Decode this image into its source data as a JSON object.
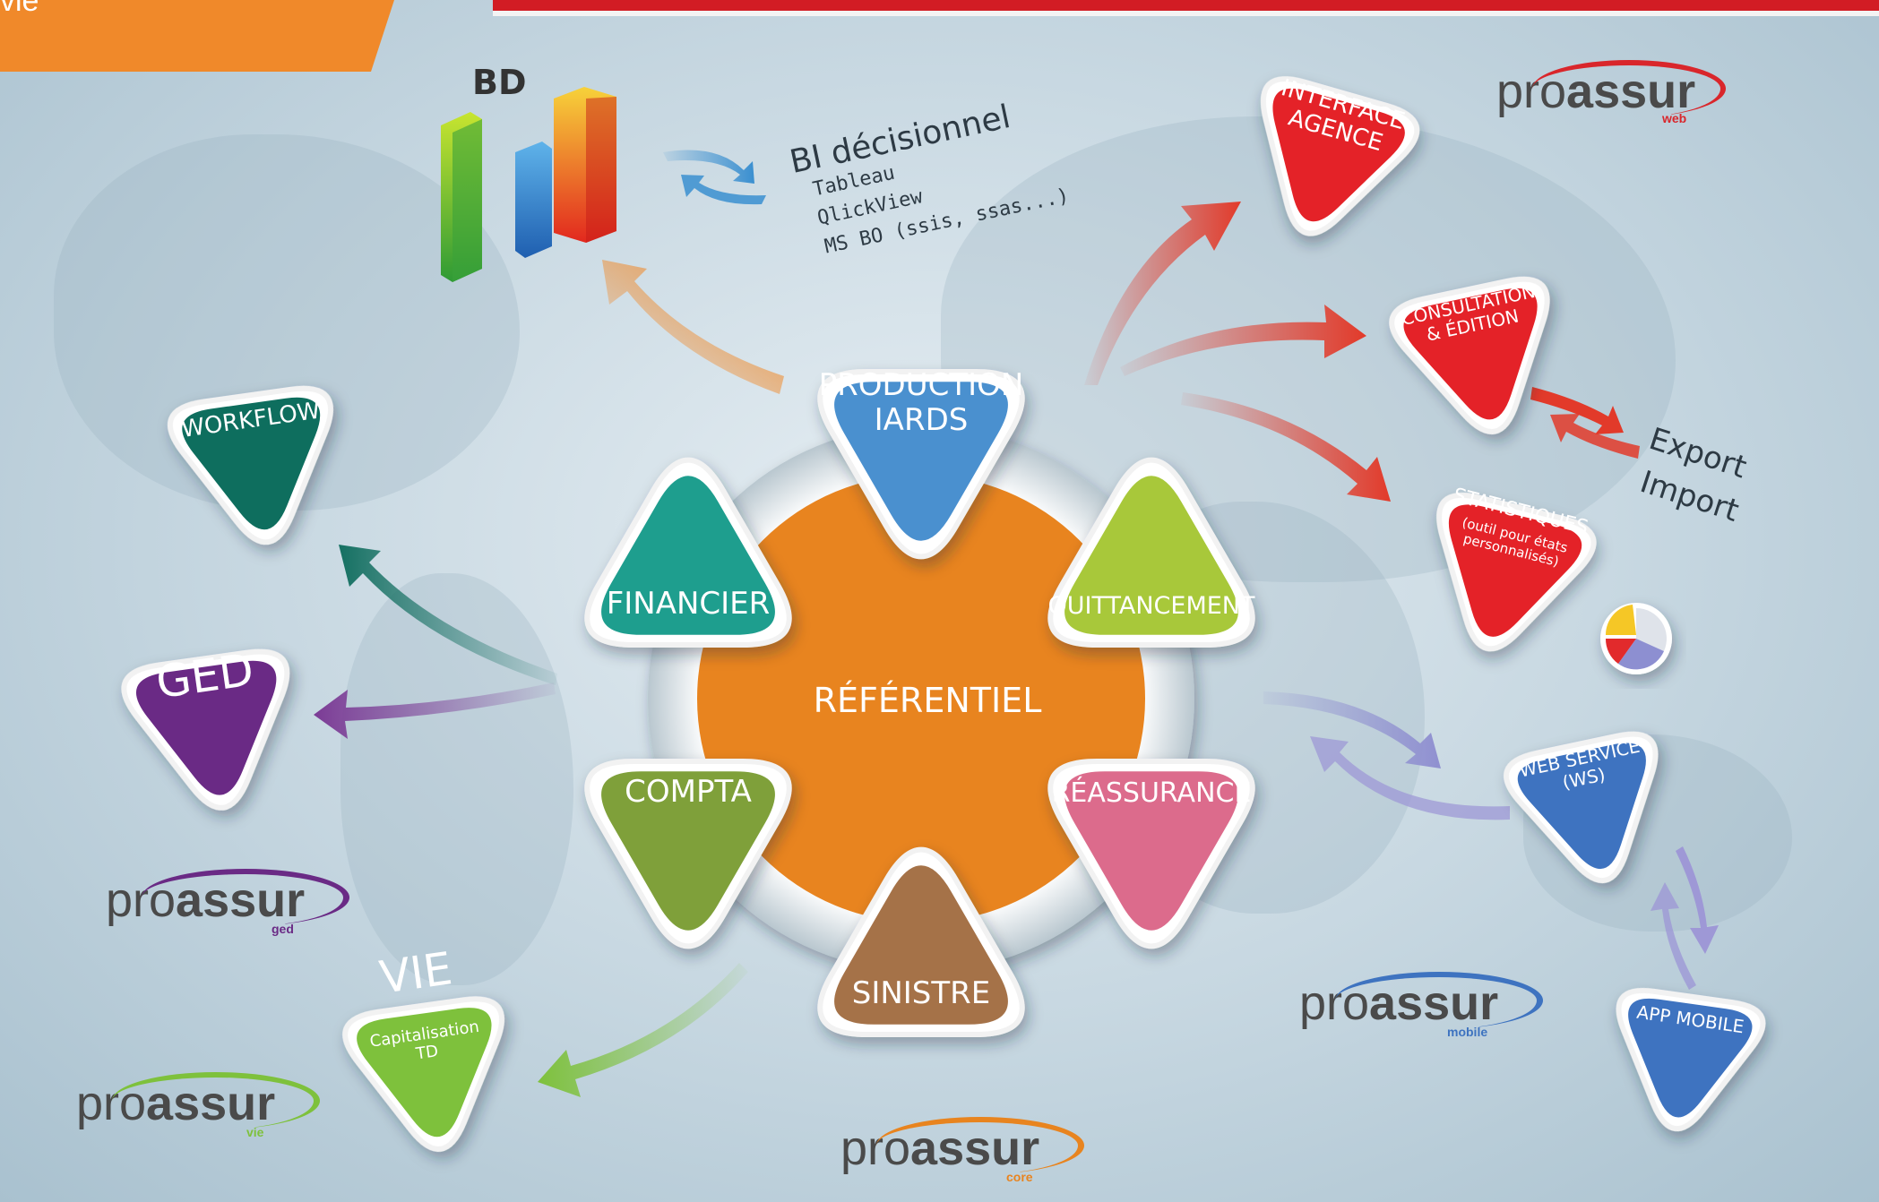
{
  "corner_label": "vie",
  "bd_label": "BD",
  "bi": {
    "title": "BI décisionnel",
    "items": [
      "Tableau",
      "QlickView",
      "MS BO (ssis, ssas...)"
    ]
  },
  "center": {
    "label": "RÉFÉRENTIEL",
    "color": "#e8841f"
  },
  "petals": [
    {
      "id": "production",
      "label_lines": [
        "PRODUCTION",
        "IARDS"
      ],
      "color": "#4a90cf"
    },
    {
      "id": "quittancement",
      "label_lines": [
        "QUITTANCEMENT"
      ],
      "color": "#a8c83a"
    },
    {
      "id": "reassurance",
      "label_lines": [
        "RÉASSURANCE"
      ],
      "color": "#dc6b8c"
    },
    {
      "id": "sinistre",
      "label_lines": [
        "SINISTRE"
      ],
      "color": "#a57248"
    },
    {
      "id": "compta",
      "label_lines": [
        "COMPTA"
      ],
      "color": "#7fa03a"
    },
    {
      "id": "financier",
      "label_lines": [
        "FINANCIER"
      ],
      "color": "#1e9e8e"
    }
  ],
  "satellites": [
    {
      "id": "workflow",
      "label_lines": [
        "WORKFLOW"
      ],
      "color": "#0e6e5e"
    },
    {
      "id": "ged",
      "label_lines": [
        "GED"
      ],
      "color": "#6a2a85"
    },
    {
      "id": "vie",
      "label_lines": [
        "VIE",
        "Capitalisation",
        "TD"
      ],
      "color": "#7ec13c"
    },
    {
      "id": "interface-agence",
      "label_lines": [
        "INTERFACE",
        "AGENCE"
      ],
      "color": "#e42228"
    },
    {
      "id": "consultation",
      "label_lines": [
        "CONSULTATION",
        "& ÉDITION"
      ],
      "color": "#e42228"
    },
    {
      "id": "statistiques",
      "label_lines": [
        "STATISTIQUES",
        "(outil pour états",
        "personnalisés)"
      ],
      "color": "#e42228"
    },
    {
      "id": "web-service",
      "label_lines": [
        "WEB SERVICE",
        "(WS)"
      ],
      "color": "#3e73c0"
    },
    {
      "id": "app-mobile",
      "label_lines": [
        "APP MOBILE"
      ],
      "color": "#3e73c0"
    }
  ],
  "export_import": [
    "Export",
    "Import"
  ],
  "logos": [
    {
      "id": "web",
      "pre": "pro",
      "bold": "assur",
      "sub": "web",
      "color": "#d9262b"
    },
    {
      "id": "ged",
      "pre": "pro",
      "bold": "assur",
      "sub": "ged",
      "color": "#6a2a85"
    },
    {
      "id": "vie",
      "pre": "pro",
      "bold": "assur",
      "sub": "vie",
      "color": "#7ec13c"
    },
    {
      "id": "core",
      "pre": "pro",
      "bold": "assur",
      "sub": "core",
      "color": "#e8841f"
    },
    {
      "id": "mobile",
      "pre": "pro",
      "bold": "assur",
      "sub": "mobile",
      "color": "#3e73c0"
    }
  ]
}
